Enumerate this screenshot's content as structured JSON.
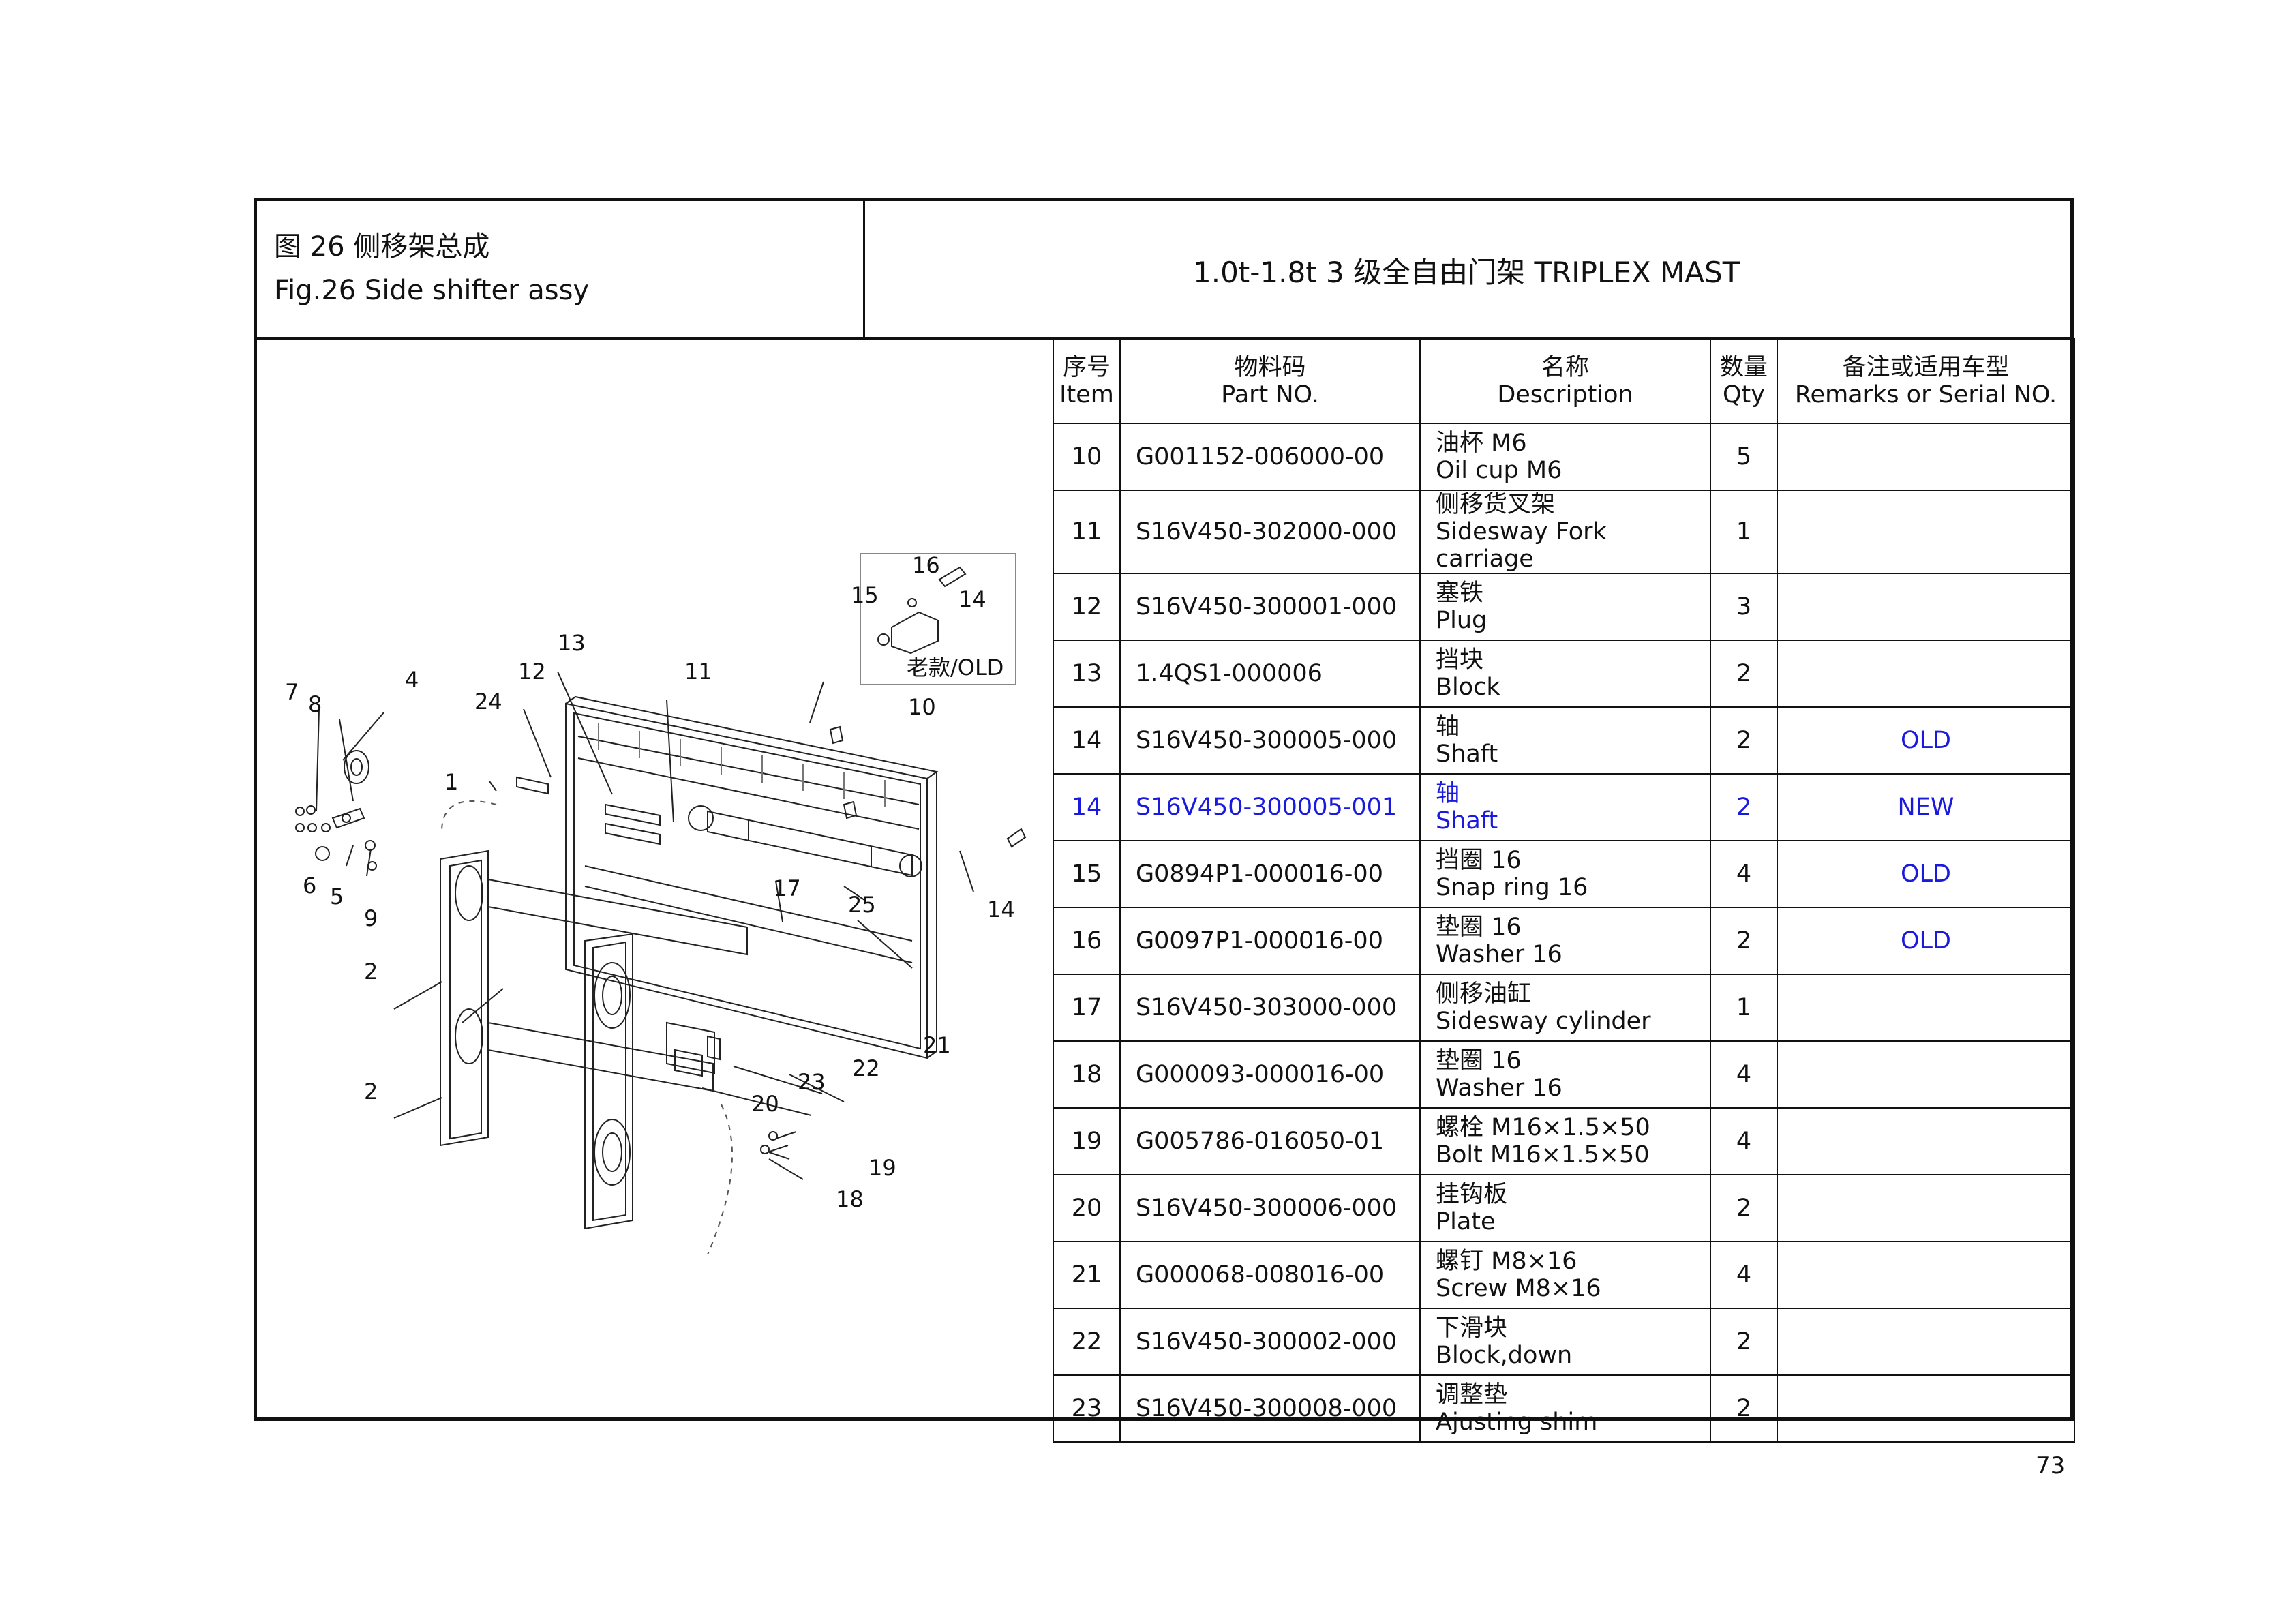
{
  "header": {
    "fig_cn": "图 26    侧移架总成",
    "fig_en": "Fig.26   Side shifter assy",
    "mast_title": "1.0t-1.8t   3 级全自由门架 TRIPLEX MAST"
  },
  "table": {
    "headers": [
      {
        "cn": "序号",
        "en": "Item"
      },
      {
        "cn": "物料码",
        "en": "Part NO."
      },
      {
        "cn": "名称",
        "en": "Description"
      },
      {
        "cn": "数量",
        "en": "Qty"
      },
      {
        "cn": "备注或适用车型",
        "en": "Remarks or Serial NO."
      }
    ],
    "rows": [
      {
        "item": "10",
        "part": "G001152-006000-00",
        "desc_cn": "油杯 M6",
        "desc_en": "Oil cup M6",
        "qty": "5",
        "remarks": ""
      },
      {
        "item": "11",
        "part": "S16V450-302000-000",
        "desc_cn": "侧移货叉架",
        "desc_en": "Sidesway Fork carriage",
        "qty": "1",
        "remarks": ""
      },
      {
        "item": "12",
        "part": "S16V450-300001-000",
        "desc_cn": "塞铁",
        "desc_en": "Plug",
        "qty": "3",
        "remarks": ""
      },
      {
        "item": "13",
        "part": "1.4QS1-000006",
        "desc_cn": "挡块",
        "desc_en": "Block",
        "qty": "2",
        "remarks": ""
      },
      {
        "item": "14",
        "part": "S16V450-300005-000",
        "desc_cn": "轴",
        "desc_en": "Shaft",
        "qty": "2",
        "remarks": "OLD"
      },
      {
        "item": "14",
        "part": "S16V450-300005-001",
        "desc_cn": "轴",
        "desc_en": "Shaft",
        "qty": "2",
        "remarks": "NEW"
      },
      {
        "item": "15",
        "part": "G0894P1-000016-00",
        "desc_cn": "挡圈  16",
        "desc_en": "Snap ring 16",
        "qty": "4",
        "remarks": "OLD"
      },
      {
        "item": "16",
        "part": "G0097P1-000016-00",
        "desc_cn": "垫圈  16",
        "desc_en": "Washer 16",
        "qty": "2",
        "remarks": "OLD"
      },
      {
        "item": "17",
        "part": "S16V450-303000-000",
        "desc_cn": "侧移油缸",
        "desc_en": "Sidesway cylinder",
        "qty": "1",
        "remarks": ""
      },
      {
        "item": "18",
        "part": "G000093-000016-00",
        "desc_cn": "垫圈  16",
        "desc_en": "Washer 16",
        "qty": "4",
        "remarks": ""
      },
      {
        "item": "19",
        "part": "G005786-016050-01",
        "desc_cn": "螺栓 M16×1.5×50",
        "desc_en": "Bolt M16×1.5×50",
        "qty": "4",
        "remarks": ""
      },
      {
        "item": "20",
        "part": "S16V450-300006-000",
        "desc_cn": "挂钩板",
        "desc_en": "Plate",
        "qty": "2",
        "remarks": ""
      },
      {
        "item": "21",
        "part": "G000068-008016-00",
        "desc_cn": "螺钉 M8×16",
        "desc_en": "Screw M8×16",
        "qty": "4",
        "remarks": ""
      },
      {
        "item": "22",
        "part": "S16V450-300002-000",
        "desc_cn": "下滑块",
        "desc_en": "Block,down",
        "qty": "2",
        "remarks": ""
      },
      {
        "item": "23",
        "part": "S16V450-300008-000",
        "desc_cn": "调整垫",
        "desc_en": "Ajusting shim",
        "qty": "2",
        "remarks": ""
      }
    ],
    "highlight_color": "#1a1adf"
  },
  "diagram": {
    "inset_label": "老款/OLD",
    "callouts": [
      "1",
      "2",
      "2",
      "4",
      "5",
      "6",
      "7",
      "8",
      "9",
      "10",
      "11",
      "12",
      "13",
      "14",
      "14",
      "15",
      "16",
      "17",
      "18",
      "19",
      "20",
      "21",
      "22",
      "23",
      "24",
      "25"
    ]
  },
  "page_number": "73"
}
